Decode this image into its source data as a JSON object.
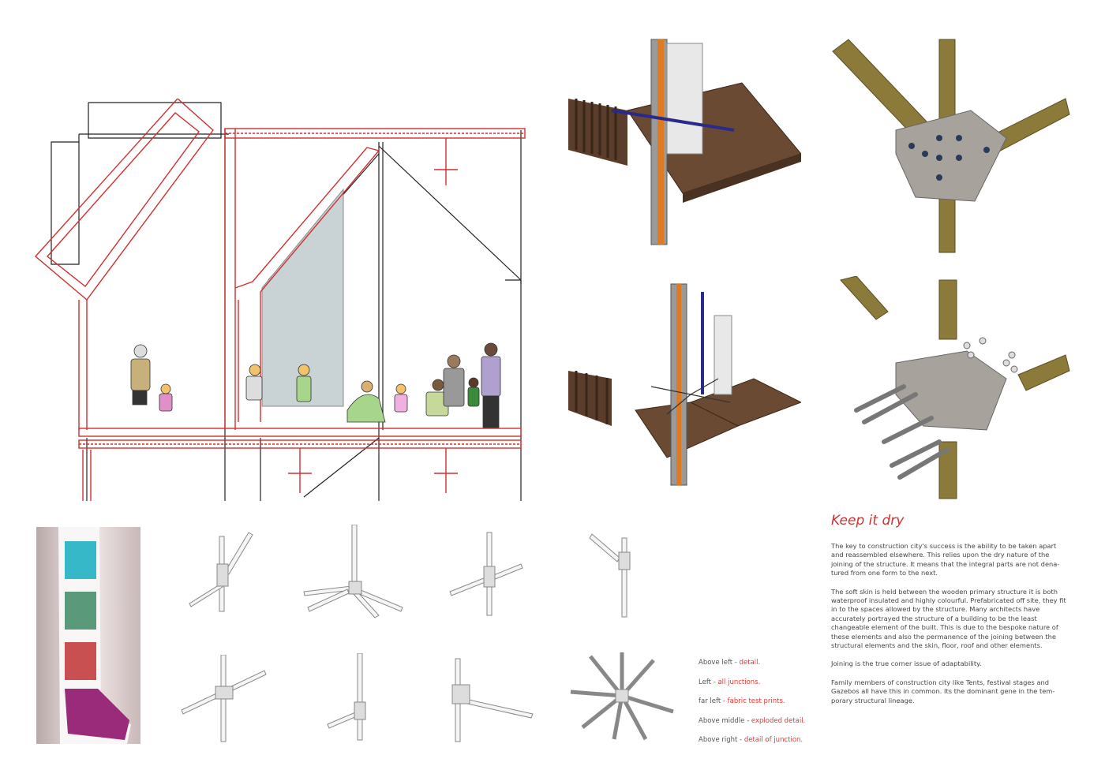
{
  "heading": "Keep it dry",
  "paragraphs": [
    "The key to construction city's success is the ability to be taken apart and reassembled elsewhere. This relies upon the dry nature of the joining of the structure. It means that the integral parts are not dena-tured from one form to the next.",
    "The soft skin is held between the wooden primary structure it is both waterproof insulated and highly colourful. Prefabricated off site, they fit in to the spaces allowed by the structure. Many architects have accurately portrayed the structure of a building to be the least changeable element of the built. This is due to the bespoke nature of these elements and also the permanence of the joining between the structural elements and the skin, floor, roof and other elements.",
    "Joining is the true corner issue of adaptability.",
    "Family members of construction city like Tents, festival stages and Gazebos all have this in common. Its the dominant gene in the tem-porary structural lineage."
  ],
  "captions": [
    {
      "label": "Above left - ",
      "value": "detail."
    },
    {
      "label": "Left - ",
      "value": "all junctions."
    },
    {
      "label": "far left - ",
      "value": "fabric test prints."
    },
    {
      "label": "Above middle - ",
      "value": "exploded detail."
    },
    {
      "label": "Above right - ",
      "value": "detail of junction."
    }
  ],
  "colors": {
    "accent": "#d32f2f",
    "timber": "#8b7a3a",
    "steel": "#a8a29c",
    "floor": "#5a3d2b"
  }
}
